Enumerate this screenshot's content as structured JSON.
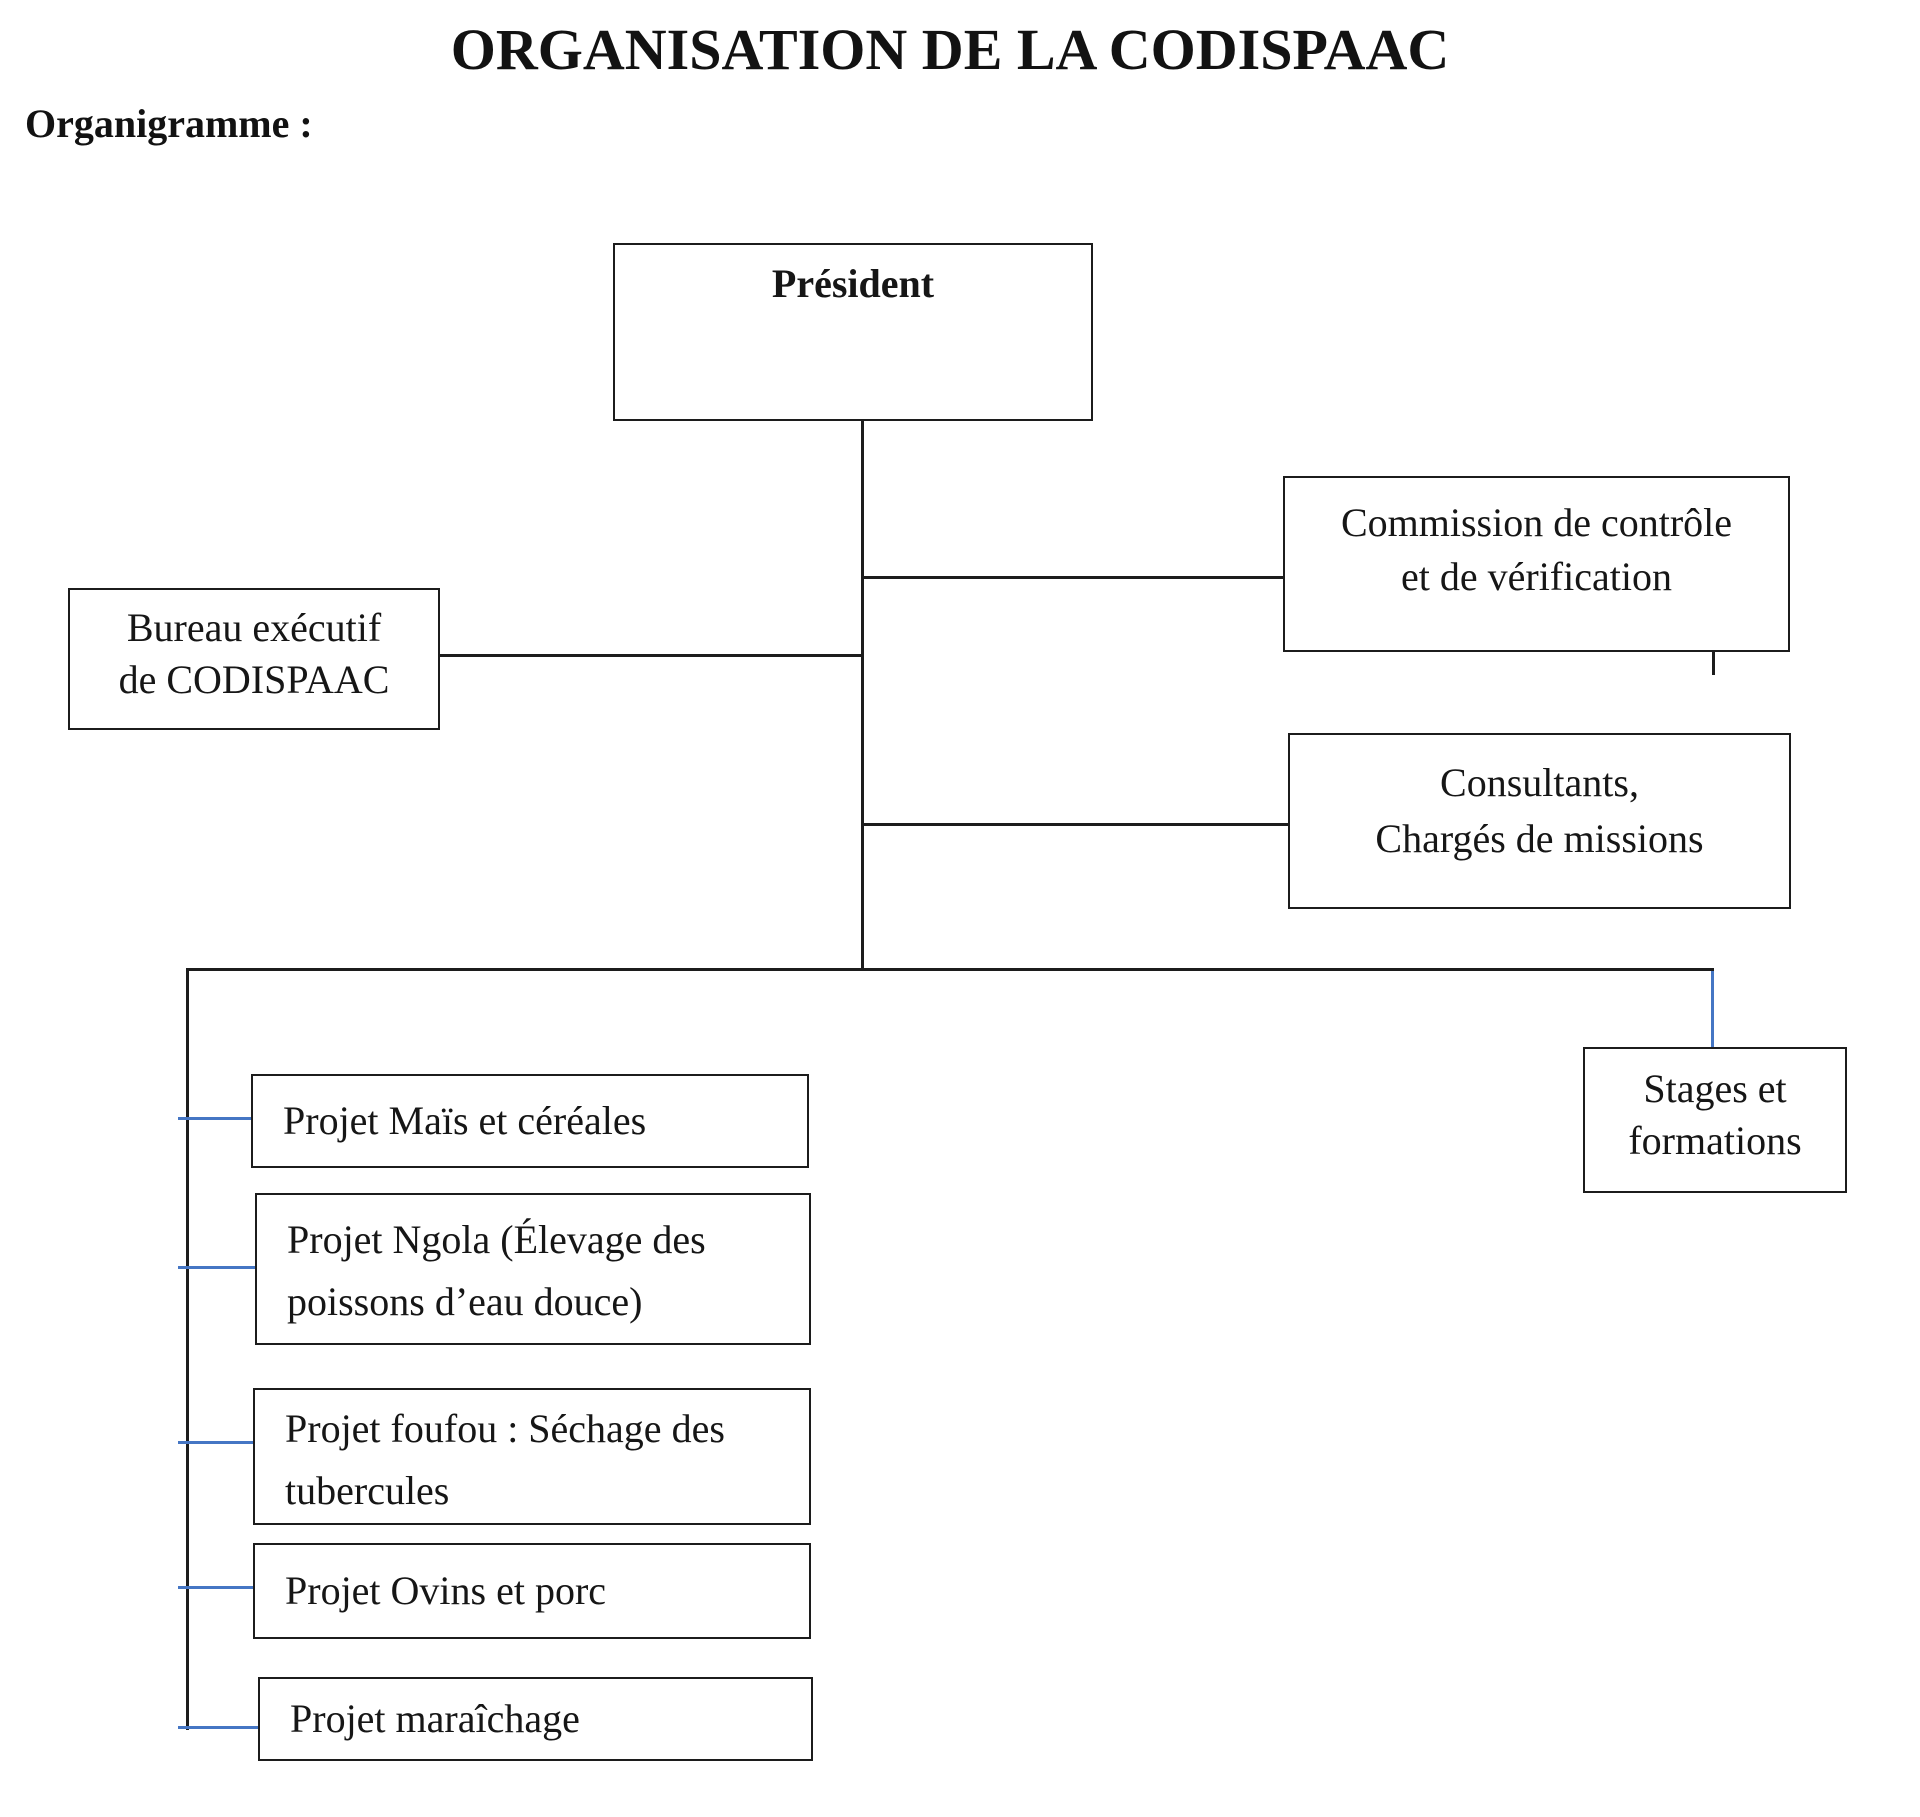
{
  "page": {
    "title": "ORGANISATION DE LA CODISPAAC",
    "subtitle": "Organigramme :"
  },
  "colors": {
    "background": "#ffffff",
    "text": "#161616",
    "box_border": "#1c1c1c",
    "black_line": "#1c1c1c",
    "blue_connector": "#4576c4"
  },
  "org": {
    "president": {
      "lines": [
        "Président"
      ]
    },
    "bureau": {
      "lines": [
        "Bureau exécutif",
        "de CODISPAAC"
      ]
    },
    "commission": {
      "lines": [
        "Commission de contrôle",
        "et de vérification"
      ]
    },
    "consultants": {
      "lines": [
        "Consultants,",
        "Chargés de missions"
      ]
    },
    "stages": {
      "lines": [
        "Stages et",
        "formations"
      ]
    },
    "projects": [
      {
        "lines": [
          "Projet Maïs et céréales"
        ]
      },
      {
        "lines": [
          "Projet Ngola (Élevage des",
          "poissons d’eau douce)"
        ]
      },
      {
        "lines": [
          "Projet foufou : Séchage des",
          "tubercules"
        ]
      },
      {
        "lines": [
          "Projet Ovins et porc"
        ]
      },
      {
        "lines": [
          "Projet maraîchage"
        ]
      }
    ]
  }
}
